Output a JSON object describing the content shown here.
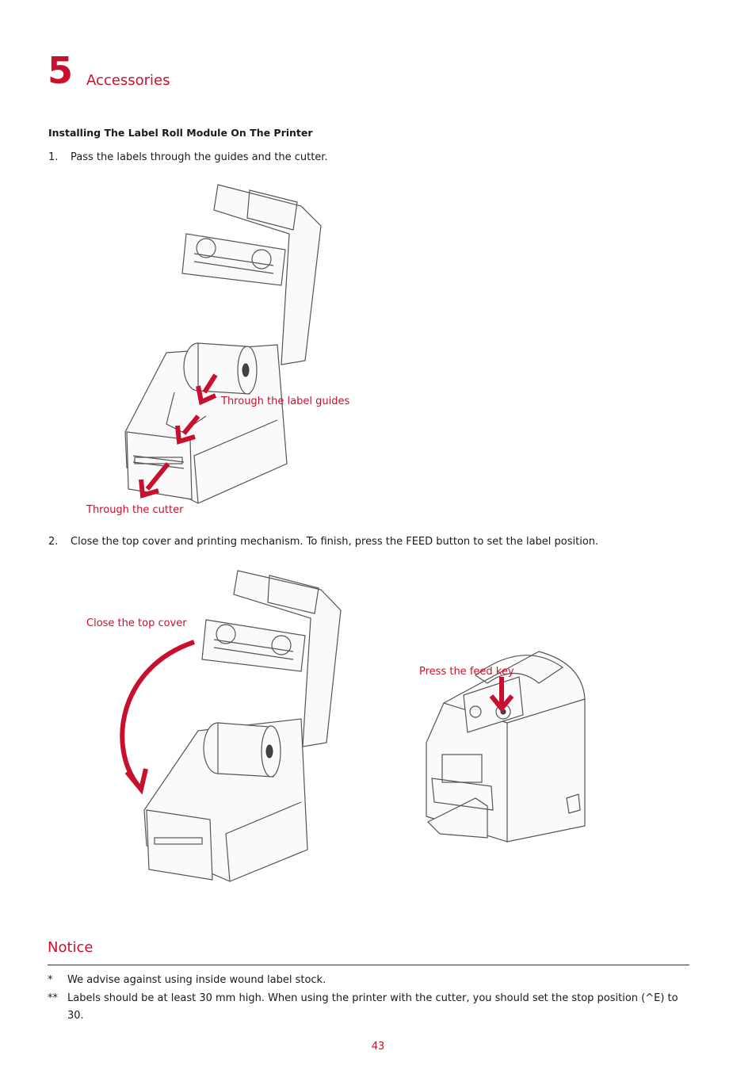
{
  "chapter": {
    "number": "5",
    "title": "Accessories"
  },
  "section_heading": "Installing The Label Roll Module On The Printer",
  "steps": [
    {
      "number": "1.",
      "text": "Pass the labels through the guides and the cutter."
    },
    {
      "number": "2.",
      "text": "Close the top cover and printing mechanism. To finish, press the FEED button to set the label position."
    }
  ],
  "callouts": {
    "label_guides": "Through the label guides",
    "cutter": "Through the cutter",
    "close_cover": "Close the top cover",
    "feed_key": "Press the feed key"
  },
  "notice": {
    "title": "Notice",
    "items": [
      {
        "mark": "*",
        "text": "We advise against using inside wound label stock."
      },
      {
        "mark": "**",
        "text": "Labels should be at least 30 mm high. When using the printer with the cutter, you should set the stop position (^E) to 30."
      }
    ]
  },
  "page_number": "43",
  "colors": {
    "accent": "#c8102e",
    "text": "#1a1a1a"
  }
}
